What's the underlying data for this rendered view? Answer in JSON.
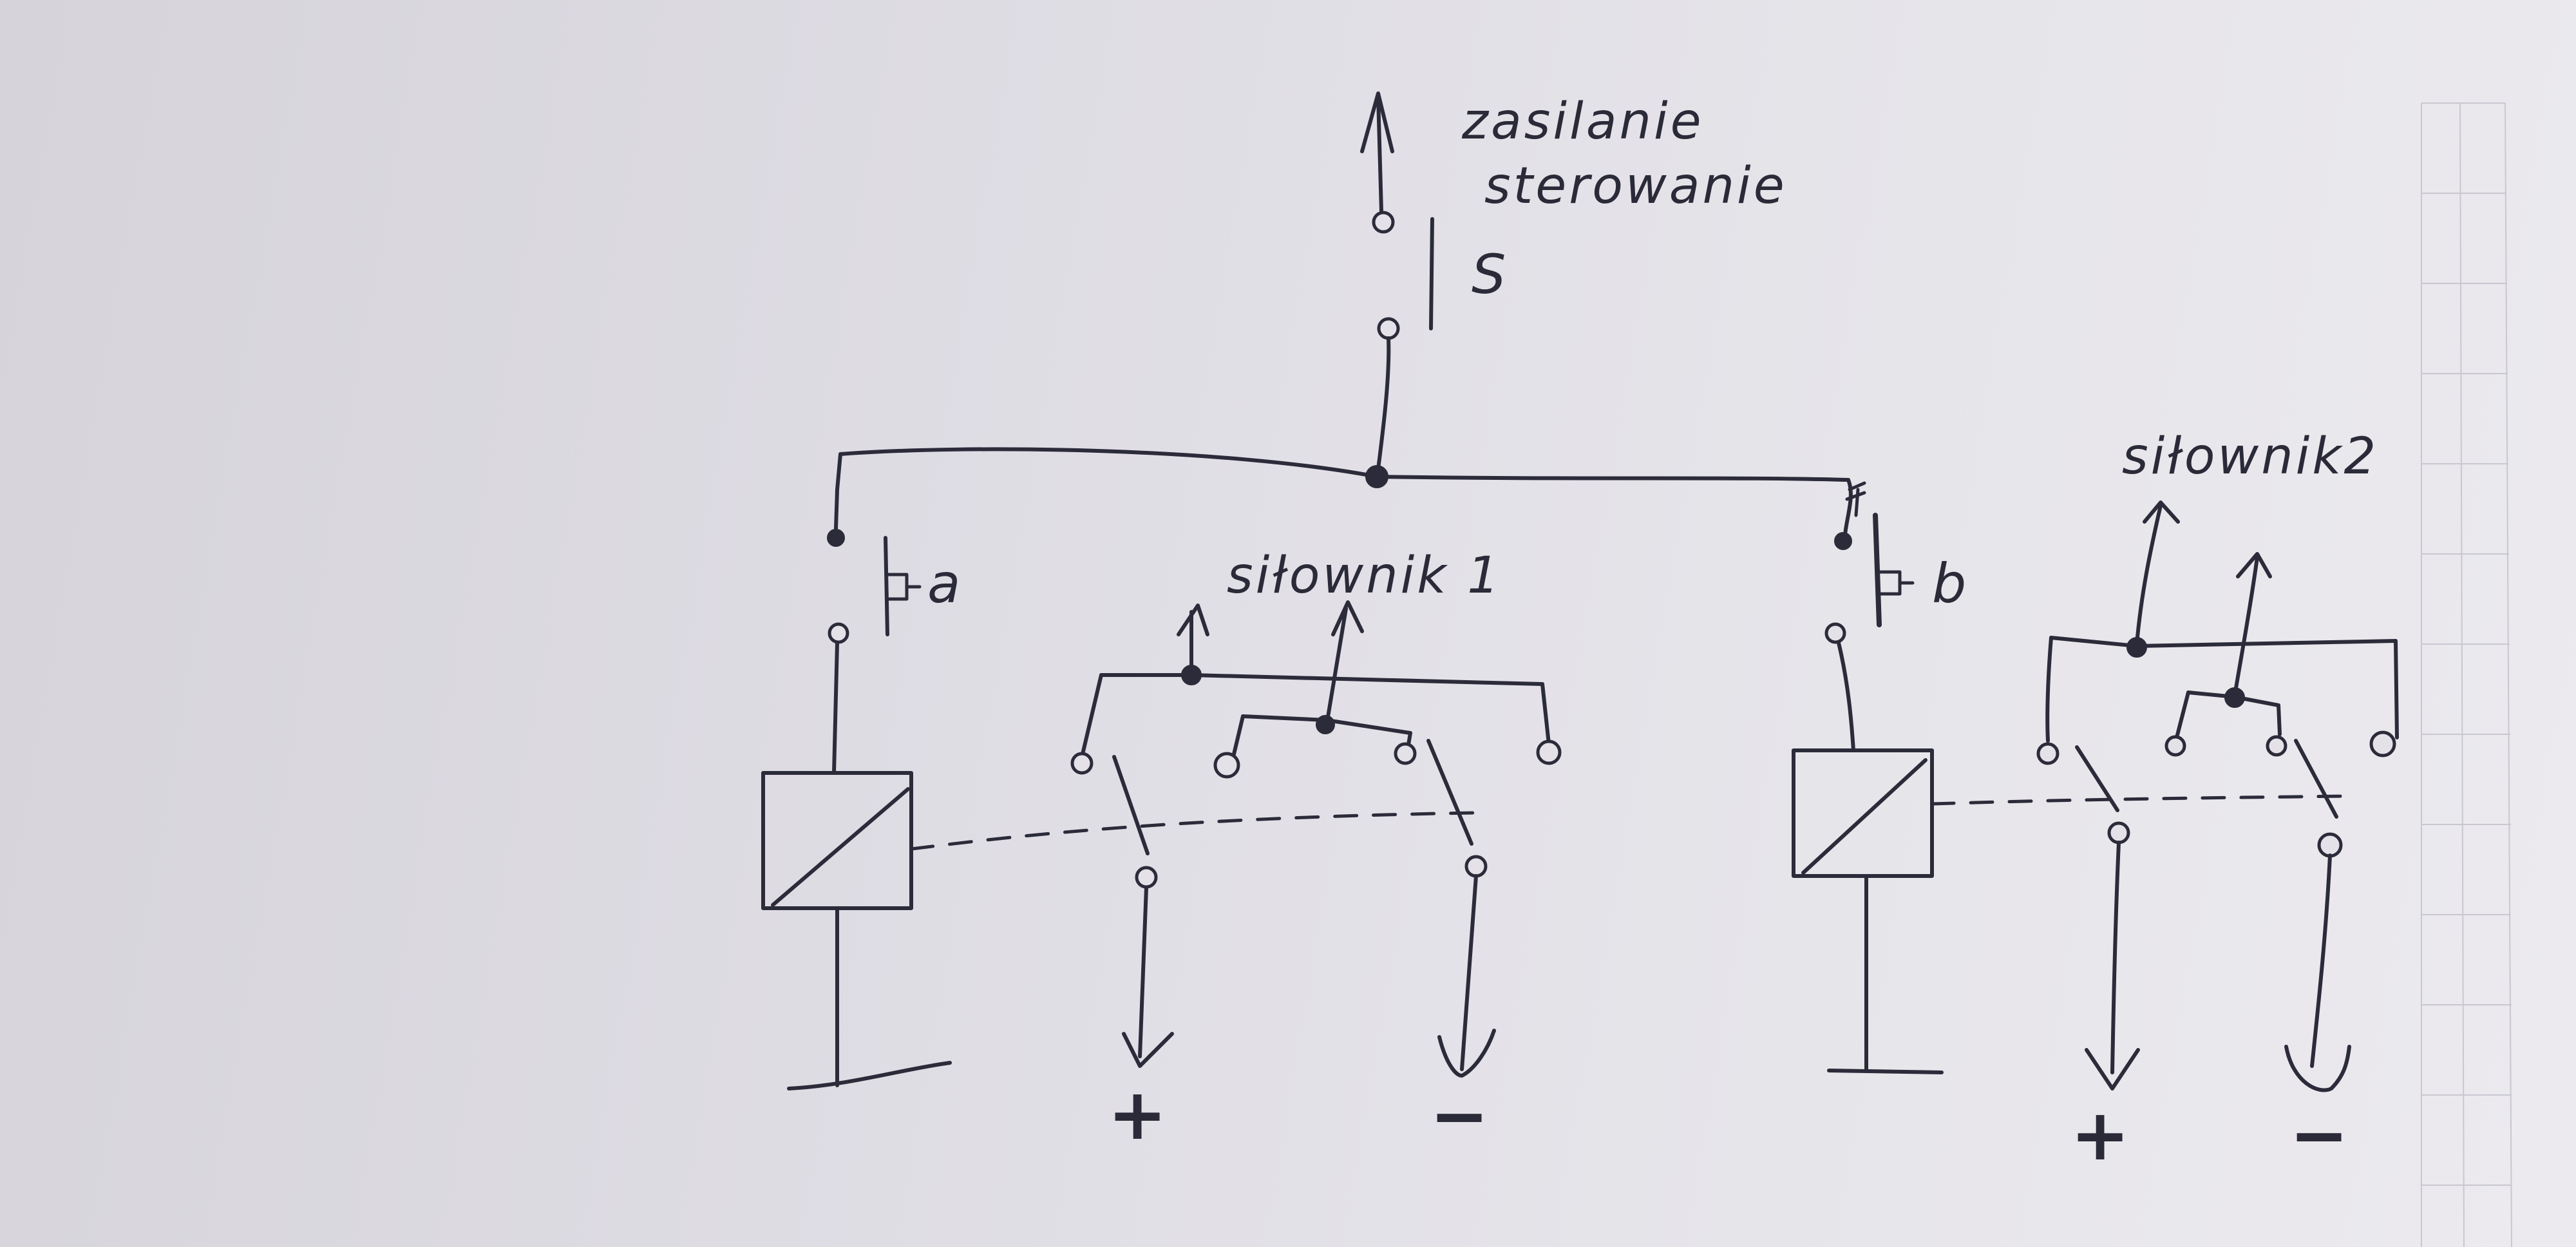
{
  "title": "",
  "labels": {
    "power_line1": "zasilanie",
    "power_line2": "sterowanie",
    "switch_s": "S",
    "button_a": "a",
    "button_b": "b",
    "actuator1": "siłownik 1",
    "actuator2": "siłownik2",
    "plus1": "+",
    "minus1": "−",
    "plus2": "+",
    "minus2": "−"
  },
  "colors": {
    "ink": "#2b2b3a",
    "paper": "#e6e5ea"
  }
}
